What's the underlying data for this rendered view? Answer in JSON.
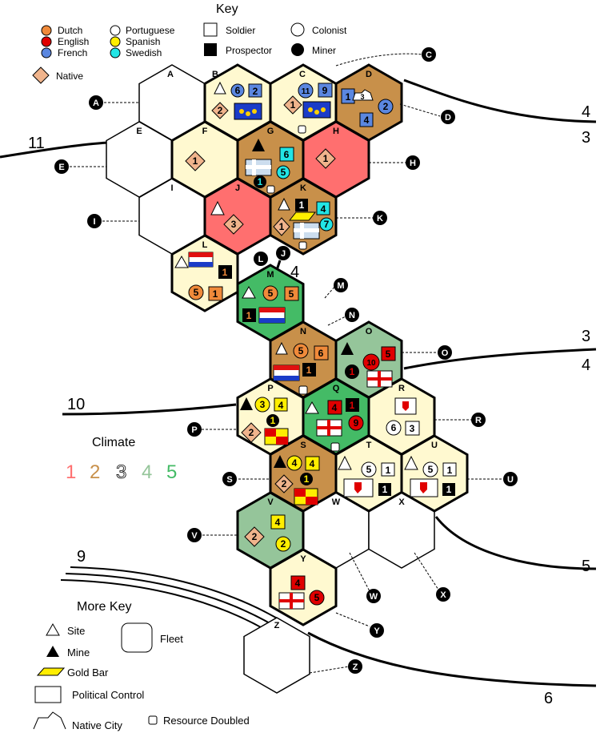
{
  "key": {
    "title": "Key",
    "nations": [
      {
        "name": "Dutch",
        "color": "#f08a3a"
      },
      {
        "name": "English",
        "color": "#e00000"
      },
      {
        "name": "French",
        "color": "#5b87e0"
      },
      {
        "name": "Portuguese",
        "color": "#ffffff"
      },
      {
        "name": "Spanish",
        "color": "#ffee00"
      },
      {
        "name": "Swedish",
        "color": "#22e5e5"
      }
    ],
    "native_label": "Native",
    "soldier_label": "Soldier",
    "colonist_label": "Colonist",
    "prospector_label": "Prospector",
    "miner_label": "Miner"
  },
  "more_key": {
    "title": "More Key",
    "site": "Site",
    "mine": "Mine",
    "fleet": "Fleet",
    "gold_bar": "Gold Bar",
    "political_control": "Political Control",
    "native_city": "Native City",
    "resource_doubled": "Resource Doubled"
  },
  "climate": {
    "title": "Climate",
    "levels": [
      "1",
      "2",
      "3",
      "4",
      "5"
    ],
    "colors": [
      "#ff7070",
      "#c8904a",
      "#ffffff",
      "#95c59a",
      "#44bb66"
    ]
  },
  "zones": {
    "top_left": "11",
    "top_right_a": "4",
    "top_right_b": "3",
    "center": "4",
    "mid_right_a": "3",
    "mid_right_b": "4",
    "mid_left": "10",
    "bottom_left": "9",
    "bottom_right_a": "5",
    "bottom_right_b": "6"
  },
  "hex_labels": [
    "A",
    "B",
    "C",
    "D",
    "E",
    "F",
    "G",
    "H",
    "I",
    "J",
    "K",
    "L",
    "M",
    "N",
    "O",
    "P",
    "Q",
    "R",
    "S",
    "T",
    "U",
    "V",
    "W",
    "X",
    "Y",
    "Z"
  ],
  "counters": {
    "B": [
      "6",
      "2",
      "2"
    ],
    "C": [
      "11",
      "9",
      "1"
    ],
    "D": [
      "1",
      "3",
      "2",
      "4"
    ],
    "F": [
      "1"
    ],
    "G": [
      "6",
      "5",
      "1"
    ],
    "H": [
      "1"
    ],
    "J": [
      "3"
    ],
    "K": [
      "1",
      "4",
      "1",
      "7"
    ],
    "L": [
      "1",
      "5",
      "1"
    ],
    "M": [
      "5",
      "5",
      "1"
    ],
    "N": [
      "5",
      "6",
      "1"
    ],
    "O": [
      "5",
      "10",
      "1"
    ],
    "P": [
      "3",
      "4",
      "1",
      "2"
    ],
    "Q": [
      "4",
      "1",
      "9"
    ],
    "R": [
      "6",
      "3"
    ],
    "S": [
      "4",
      "4",
      "1",
      "2"
    ],
    "T": [
      "5",
      "1",
      "1"
    ],
    "U": [
      "5",
      "1",
      "1"
    ],
    "V": [
      "4",
      "2",
      "2"
    ],
    "Y": [
      "4",
      "5"
    ]
  }
}
